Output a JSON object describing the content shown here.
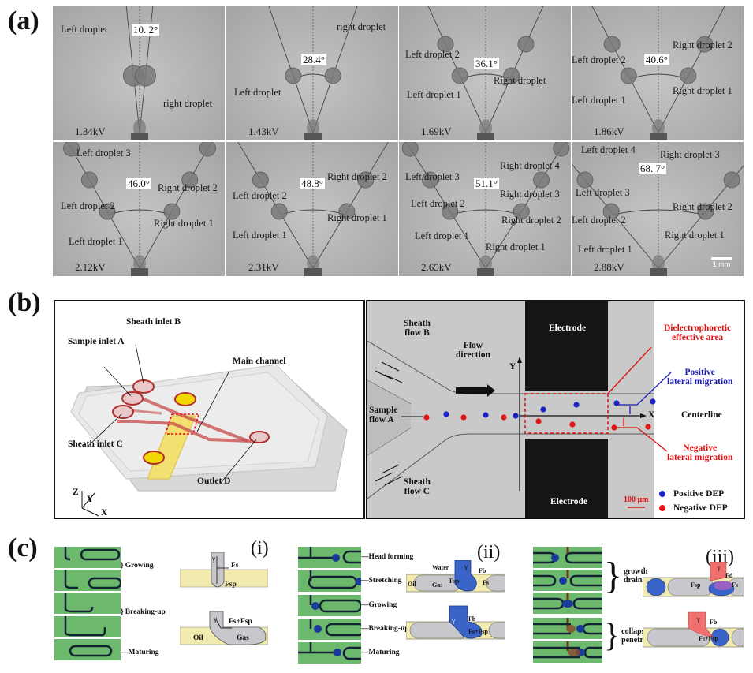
{
  "panels": {
    "a": {
      "label": "(a)",
      "tiles": [
        {
          "voltage": "1.34kV",
          "angle": "10. 2°",
          "labels": [
            "Left droplet",
            "right droplet"
          ]
        },
        {
          "voltage": "1.43kV",
          "angle": "28.4°",
          "labels": [
            "right droplet",
            "Left droplet"
          ]
        },
        {
          "voltage": "1.69kV",
          "angle": "36.1°",
          "labels": [
            "Left droplet 2",
            "Right droplet",
            "Left droplet 1"
          ]
        },
        {
          "voltage": "1.86kV",
          "angle": "40.6°",
          "labels": [
            "Right droplet 2",
            "Left droplet 2",
            "Right droplet 1",
            "Left droplet 1"
          ]
        },
        {
          "voltage": "2.12kV",
          "angle": "46.0°",
          "labels": [
            "Left droplet 3",
            "Right droplet 2",
            "Left droplet 2",
            "Right droplet 1",
            "Left droplet 1"
          ]
        },
        {
          "voltage": "2.31kV",
          "angle": "48.8°",
          "labels": [
            "Right droplet 2",
            "Left droplet 2",
            "Right droplet 1",
            "Left droplet 1"
          ]
        },
        {
          "voltage": "2.65kV",
          "angle": "51.1°",
          "labels": [
            "Right droplet 4",
            "Left droplet 3",
            "Right droplet 3",
            "Left droplet 2",
            "Right droplet 2",
            "Left droplet 1",
            "Right droplet 1"
          ]
        },
        {
          "voltage": "2.88kV",
          "angle": "68. 7°",
          "labels": [
            "Left droplet 4",
            "Right droplet 3",
            "Left droplet 3",
            "Right droplet 2",
            "Left droplet 2",
            "Right droplet 1",
            "Left droplet 1"
          ]
        }
      ],
      "scale_bar": "1 mm"
    },
    "b": {
      "label": "(b)",
      "left": {
        "sheath_inlet_b": "Sheath inlet B",
        "sample_inlet_a": "Sample inlet A",
        "main_channel": "Main channel",
        "sheath_inlet_c": "Sheath inlet C",
        "outlet_d": "Outlet D",
        "axes": {
          "z": "Z",
          "y": "Y",
          "x": "X"
        }
      },
      "right": {
        "sheath_flow_b": [
          "Sheath",
          "flow B"
        ],
        "sheath_flow_c": [
          "Sheath",
          "flow C"
        ],
        "sample_flow_a": [
          "Sample",
          "flow A"
        ],
        "flow_direction": [
          "Flow",
          "direction"
        ],
        "electrode_top": "Electrode",
        "electrode_bottom": "Electrode",
        "axis_y": "Y",
        "axis_x": "X",
        "dep_area": [
          "Dielectrophoretic",
          "effective area"
        ],
        "positive_migration": [
          "Positive",
          "lateral migration"
        ],
        "negative_migration": [
          "Negative",
          "lateral migration"
        ],
        "centerline": "Centerline",
        "scale_bar": "100 μm",
        "legend": [
          {
            "label": "Positive DEP",
            "color": "#1a22c8"
          },
          {
            "label": "Negative DEP",
            "color": "#e01515"
          }
        ]
      }
    },
    "c": {
      "label": "(c)",
      "i": {
        "roman": "(i)",
        "stages": [
          "Growing",
          "Breaking-up",
          "Maturing"
        ],
        "forces_top": {
          "gamma": "γ",
          "fs": "Fs",
          "fsp": "Fsp"
        },
        "forces_bottom": {
          "gamma": "γ",
          "fsum": "Fs+Fsp"
        },
        "oil": "Oil",
        "gas": "Gas"
      },
      "ii": {
        "roman": "(ii)",
        "stages": [
          "Head forming",
          "Stretching",
          "Growing",
          "Breaking-up",
          "Maturing"
        ],
        "water": "Water",
        "oil": "Oil",
        "gas": "Gas",
        "forces_top": {
          "gamma": "γ",
          "fb": "Fb",
          "fsp": "Fsp",
          "fs": "Fs"
        },
        "forces_bottom": {
          "gamma": "γ",
          "fb": "Fb",
          "fsum": "Fs+Fsp"
        }
      },
      "iii": {
        "roman": "(iii)",
        "stages": [
          "growth",
          "drainage",
          "collapse",
          "penetration"
        ],
        "forces_top": {
          "gamma": "γ",
          "fd": "Fd",
          "fsp": "Fsp",
          "fs": "Fs"
        },
        "forces_bottom": {
          "gamma": "γ",
          "fb": "Fb",
          "fsum": "Fs+Fsp"
        }
      }
    }
  },
  "colors": {
    "red_annotation": "#e01010",
    "blue_annotation": "#1a1ab8",
    "channel_red": "#c84a4a",
    "electrode_yellow": "#f2e070",
    "microscope_green": "#6cb86c",
    "water_blue": "#3a64c8",
    "phase_red": "#f07070",
    "oil_yellow": "#f2ebb0",
    "gas_gray": "#c8c8cc"
  }
}
